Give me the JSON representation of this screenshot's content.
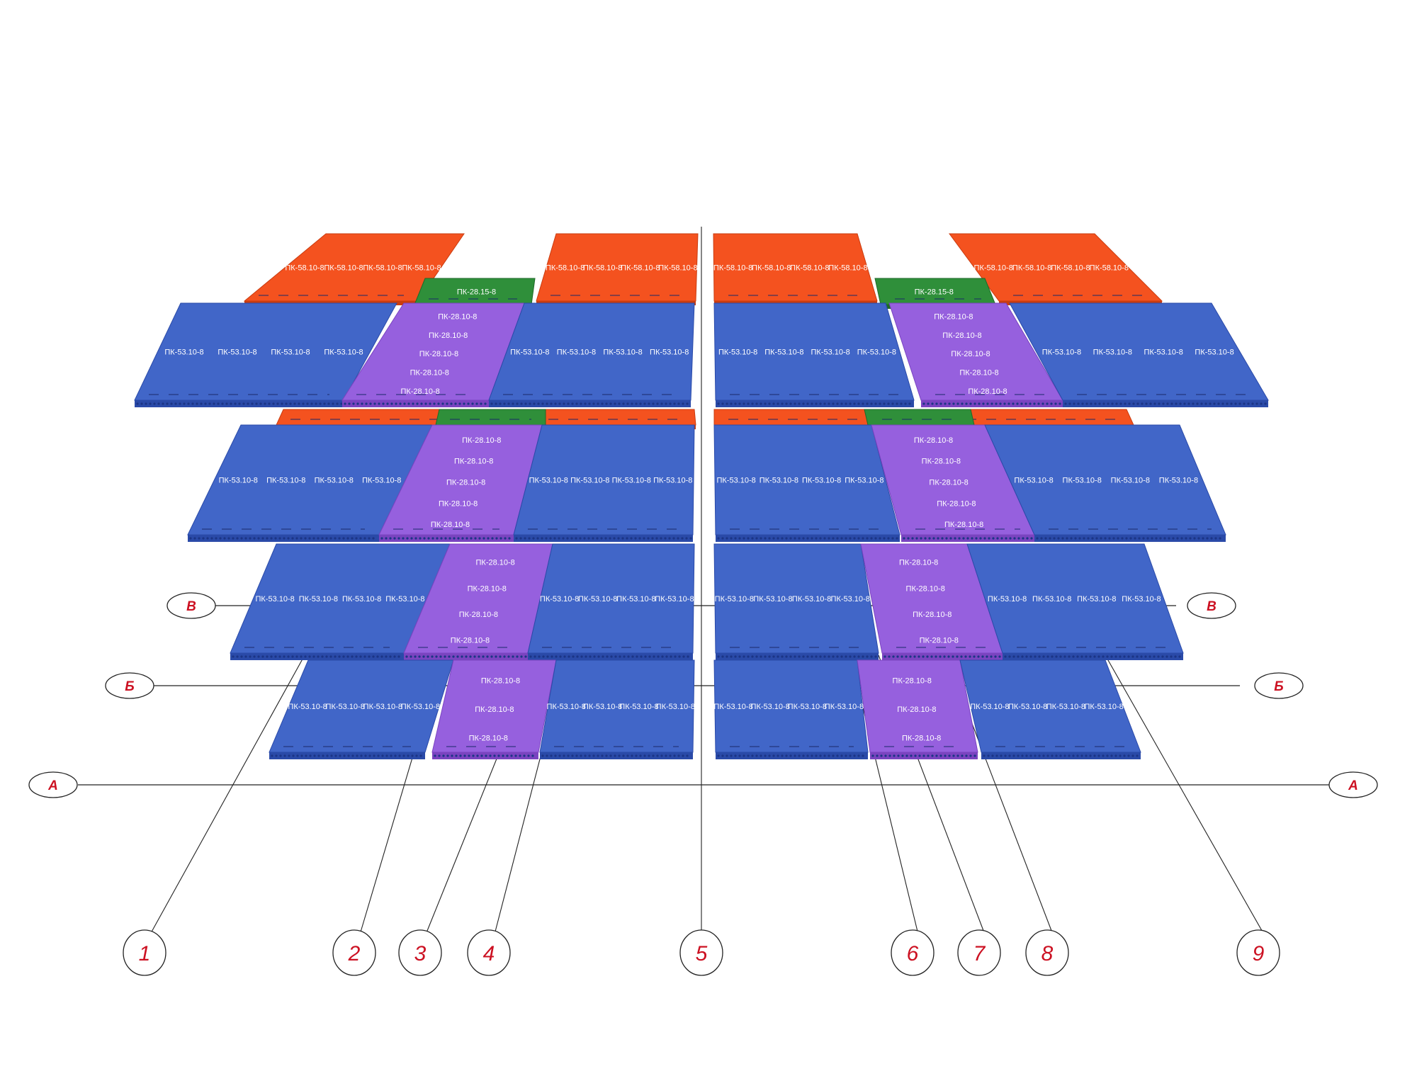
{
  "labels": {
    "pk53": "ПК-53.10-8",
    "pk28": "ПК-28.10-8",
    "pk58": "ПК-58.10-8",
    "pk28_15": "ПК-28.15-8"
  },
  "axes_numbered": [
    "1",
    "2",
    "3",
    "4",
    "5",
    "6",
    "7",
    "8",
    "9"
  ],
  "axes_lettered": [
    "А",
    "Б",
    "В"
  ],
  "colors": {
    "blue_slab": "#4166c8",
    "blue_edge": "#2a4aa8",
    "purple_slab": "#9660de",
    "purple_edge": "#7a44c0",
    "orange_slab": "#f4521f",
    "orange_edge": "#c93c10",
    "green_slab": "#2f8f3a",
    "green_edge": "#1f6a28",
    "axis_red": "#cc1122",
    "line": "#222222"
  }
}
